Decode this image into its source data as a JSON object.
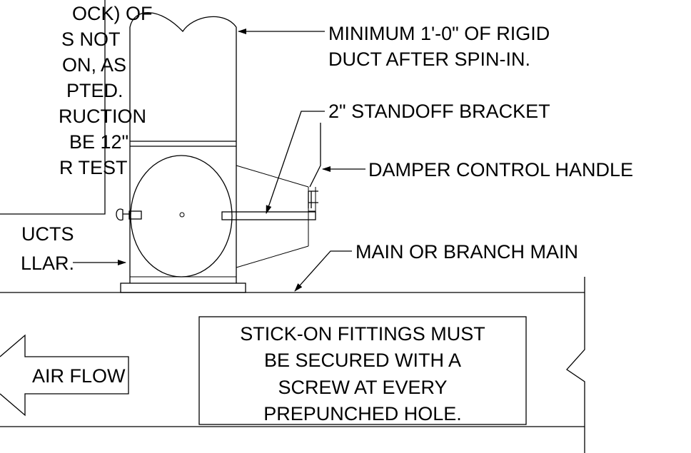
{
  "top_left_note": {
    "lines": [
      "OCK) OF",
      "S NOT",
      "ON, AS",
      "PTED.",
      "RUCTION",
      "BE 12\"",
      "R TEST"
    ]
  },
  "left_note": {
    "lines": [
      "UCTS",
      "LLAR."
    ]
  },
  "callouts": {
    "rigid_duct": [
      "MINIMUM 1'-0\" OF RIGID",
      "DUCT AFTER SPIN-IN."
    ],
    "standoff_bracket": "2\" STANDOFF BRACKET",
    "damper_handle": "DAMPER CONTROL HANDLE",
    "main_duct": "MAIN OR BRANCH MAIN"
  },
  "fittings_note": {
    "lines": [
      "STICK-ON FITTINGS MUST",
      "BE SECURED WITH A",
      "SCREW AT EVERY",
      "PREPUNCHED HOLE."
    ]
  },
  "air_flow": {
    "label": "AIR FLOW"
  }
}
